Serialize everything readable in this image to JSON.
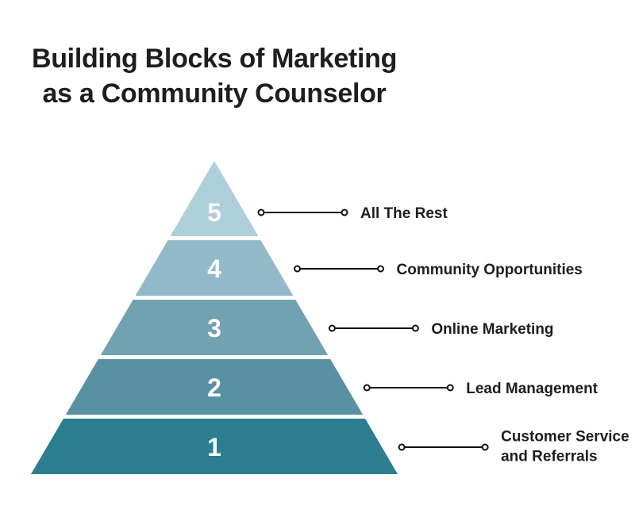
{
  "title": {
    "line1": "Building Blocks of Marketing",
    "line2": "as a Community Counselor"
  },
  "colors": {
    "text": "#1e1e1e",
    "number": "#ffffff",
    "connector": "#111111"
  },
  "layers": [
    {
      "number": "5",
      "label": [
        "All The Rest"
      ],
      "color": "#adcfd9"
    },
    {
      "number": "4",
      "label": [
        "Community Opportunities"
      ],
      "color": "#92bac8"
    },
    {
      "number": "3",
      "label": [
        "Online Marketing"
      ],
      "color": "#70a2b2"
    },
    {
      "number": "2",
      "label": [
        "Lead Management"
      ],
      "color": "#5791a2"
    },
    {
      "number": "1",
      "label": [
        "Customer Service",
        "and Referrals"
      ],
      "color": "#2a7e90"
    }
  ]
}
